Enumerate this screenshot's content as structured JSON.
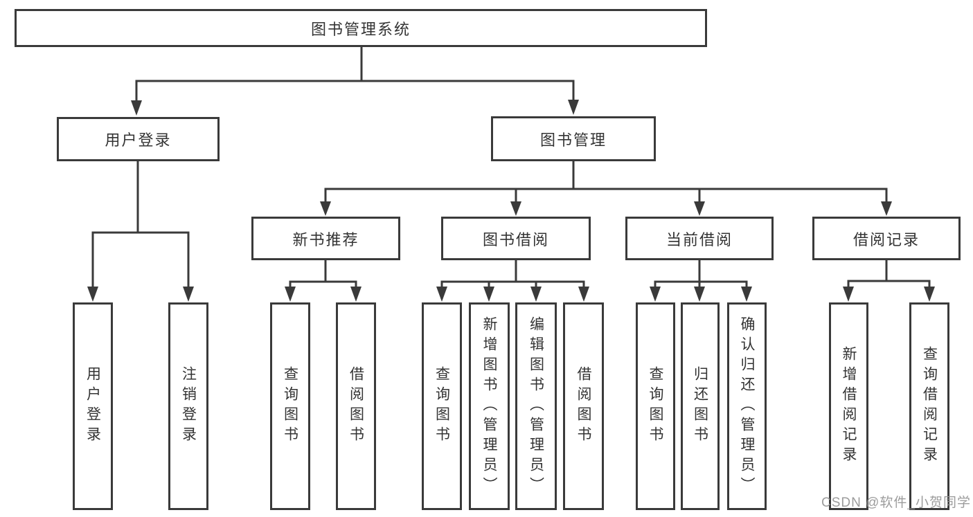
{
  "colors": {
    "line": "#3a3a3a",
    "node_border": "#3a3a3a",
    "node_background": "#ffffff",
    "text": "#333333",
    "watermark_text": "#949494",
    "page_background": "#ffffff"
  },
  "watermark": {
    "text": "CSDN @软件_小贺同学"
  },
  "tree": {
    "label": "图书管理系统",
    "children": [
      {
        "label": "用户登录",
        "children": [
          {
            "label": "用户登录"
          },
          {
            "label": "注销登录"
          }
        ]
      },
      {
        "label": "图书管理",
        "children": [
          {
            "label": "新书推荐",
            "children": [
              {
                "label": "查询图书"
              },
              {
                "label": "借阅图书"
              }
            ]
          },
          {
            "label": "图书借阅",
            "children": [
              {
                "label": "查询图书"
              },
              {
                "label": "新增图书（管理员）"
              },
              {
                "label": "编辑图书（管理员）"
              },
              {
                "label": "借阅图书"
              }
            ]
          },
          {
            "label": "当前借阅",
            "children": [
              {
                "label": "查询图书"
              },
              {
                "label": "归还图书"
              },
              {
                "label": "确认归还（管理员）"
              }
            ]
          },
          {
            "label": "借阅记录",
            "children": [
              {
                "label": "新增借阅记录"
              },
              {
                "label": "查询借阅记录"
              }
            ]
          }
        ]
      }
    ]
  }
}
